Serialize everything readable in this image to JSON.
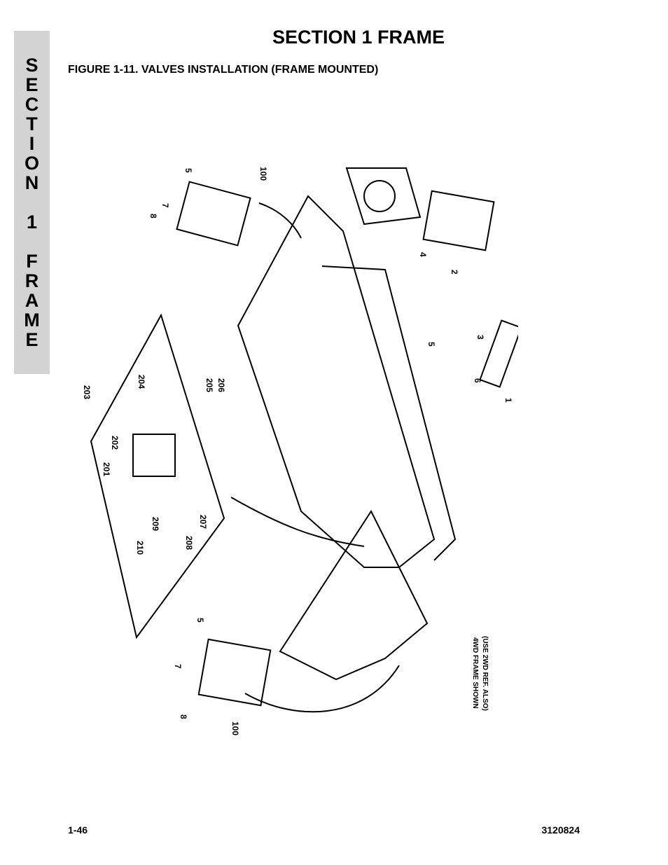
{
  "side_tab": {
    "letters": [
      "S",
      "E",
      "C",
      "T",
      "I",
      "O",
      "N",
      "1",
      "F",
      "R",
      "A",
      "M",
      "E"
    ]
  },
  "header": {
    "section_title": "SECTION 1  FRAME",
    "figure_title": "FIGURE 1-11.  VALVES INSTALLATION (FRAME MOUNTED)"
  },
  "drawing": {
    "callouts": [
      "5",
      "100",
      "7",
      "8",
      "4",
      "2",
      "3",
      "5",
      "6",
      "1",
      "7",
      "8",
      "203",
      "204",
      "205",
      "206",
      "202",
      "201",
      "209",
      "210",
      "208",
      "207",
      "5",
      "7",
      "8",
      "100"
    ],
    "note_line_1": "4WD FRAME SHOWN",
    "note_line_2": "(USE 2WD REF. ALSO)"
  },
  "footer": {
    "page_number": "1-46",
    "doc_number": "3120824"
  }
}
